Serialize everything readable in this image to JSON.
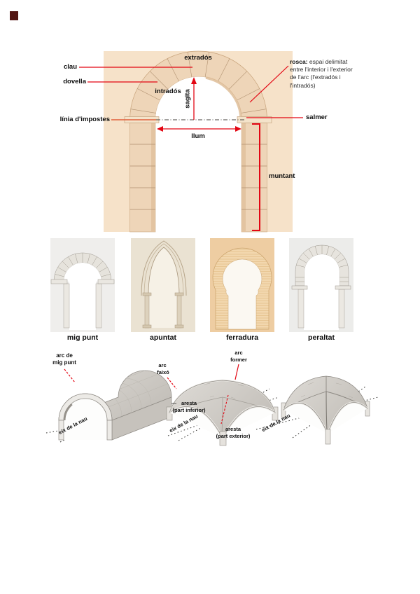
{
  "arch_diagram": {
    "clau": "clau",
    "dovella": "dovella",
    "linia_impostes": "línia d'impostes",
    "extrados": "extradós",
    "intrados": "intradós",
    "sagita": "sagita",
    "llum": "llum",
    "salmer": "salmer",
    "muntant": "muntant",
    "rosca_term": "rosca:",
    "rosca_text": "espai delimitat entre l'interior i l'exterior de l'arc (l'extradós i l'intradós)"
  },
  "arch_types": [
    {
      "label": "mig punt"
    },
    {
      "label": "apuntat"
    },
    {
      "label": "ferradura"
    },
    {
      "label": "peraltat"
    }
  ],
  "vaults": {
    "barrel": {
      "label_line1": "arc de",
      "label_line2": "mig punt",
      "axis": "eix de la nau"
    },
    "groin": {
      "faixo_line1": "arc",
      "faixo_line2": "faixó",
      "former_line1": "arc",
      "former_line2": "former",
      "aresta_inf_line1": "aresta",
      "aresta_inf_line2": "(part inferior)",
      "aresta_ext_line1": "aresta",
      "aresta_ext_line2": "(part exterior)",
      "axis": "eix de la nau"
    },
    "ribbed": {
      "axis": "eix de la nau"
    }
  },
  "colors": {
    "leader_red": "#e30613",
    "leader_orange": "#e0603a",
    "panel_peach": "#f6e2c9",
    "stone_tan": "#eed5b8",
    "wall_gray": "#efeeec",
    "apuntat_cream": "#eae2d2",
    "ferradura_orange": "#eecda2",
    "vault_stone": "#d8d5d0"
  }
}
